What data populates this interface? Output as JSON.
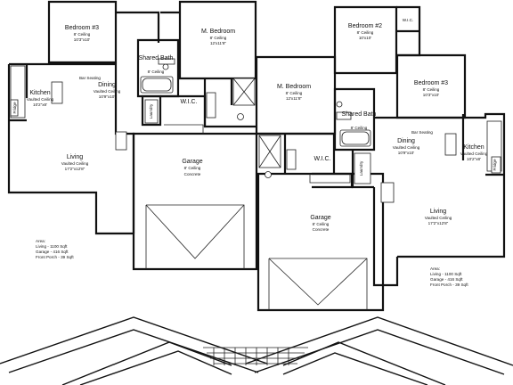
{
  "rooms": {
    "bedroom3_left": {
      "name": "Bedroom #3",
      "ceiling": "8' Ceiling",
      "size": "10'3\"x10'"
    },
    "m_bedroom_left": {
      "name": "M. Bedroom",
      "ceiling": "8' Ceiling",
      "size": "12'x11'8\""
    },
    "shared_bath_left": {
      "name": "Shared Bath",
      "ceiling": "8' Ceiling"
    },
    "wic_left": {
      "name": "W.I.C."
    },
    "kitchen_left": {
      "name": "Kitchen",
      "ceiling": "Vaulted Ceiling",
      "size": "10'2\"x8'"
    },
    "bar_seating_left": {
      "name": "Bar Seating"
    },
    "dining_left": {
      "name": "Dining",
      "ceiling": "Vaulted Ceiling",
      "size": "10'9\"x10'"
    },
    "living_left": {
      "name": "Living",
      "ceiling": "Vaulted Ceiling",
      "size": "17'2\"x12'8\""
    },
    "garage_left": {
      "name": "Garage",
      "ceiling": "8' Ceiling",
      "material": "Concrete"
    },
    "laundry_left": {
      "name": "Laundry"
    },
    "fridge_left": {
      "name": "Fridge"
    },
    "bedroom2_right": {
      "name": "Bedroom #2",
      "ceiling": "8' Ceiling",
      "size": "10'x10'"
    },
    "wic_right_top": {
      "name": "W.I.C."
    },
    "bedroom3_right": {
      "name": "Bedroom #3",
      "ceiling": "8' Ceiling",
      "size": "10'3\"x10'"
    },
    "m_bedroom_right": {
      "name": "M. Bedroom",
      "ceiling": "8' Ceiling",
      "size": "12'x11'8\""
    },
    "shared_bath_right": {
      "name": "Shared Bath",
      "ceiling": "8' Ceiling"
    },
    "wic_right": {
      "name": "W.I.C."
    },
    "dining_right": {
      "name": "Dining",
      "ceiling": "Vaulted Ceiling",
      "size": "10'9\"x10'"
    },
    "bar_seating_right": {
      "name": "Bar Seating"
    },
    "kitchen_right": {
      "name": "Kitchen",
      "ceiling": "Vaulted Ceiling",
      "size": "10'2\"x8'"
    },
    "living_right": {
      "name": "Living",
      "ceiling": "Vaulted Ceiling",
      "size": "17'2\"x12'8\""
    },
    "garage_right": {
      "name": "Garage",
      "ceiling": "8' Ceiling",
      "material": "Concrete"
    },
    "laundry_right": {
      "name": "Laundry"
    },
    "fridge_right": {
      "name": "Fridge"
    }
  },
  "area_left": {
    "heading": "Area:",
    "living": "Living - 1100 Sqft",
    "garage": "Garage - 416 Sqft",
    "porch": "Front Porch - 39 Sqft"
  },
  "area_right": {
    "heading": "Area:",
    "living": "Living - 1100 Sqft",
    "garage": "Garage - 416 Sqft",
    "porch": "Front Porch - 39 Sqft"
  }
}
